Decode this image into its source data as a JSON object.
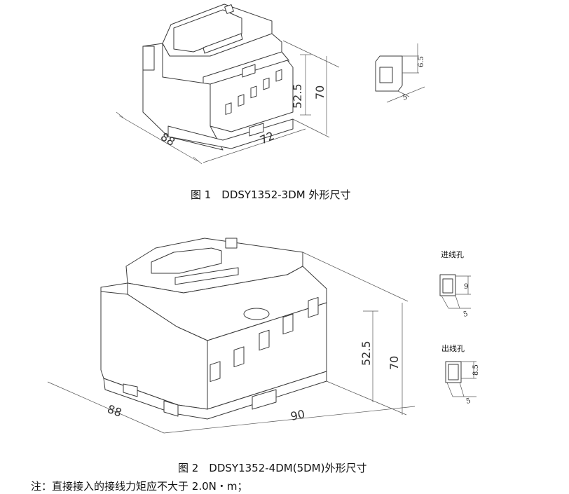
{
  "figure1": {
    "caption": "图 1　DDSY1352-3DM 外形尺寸",
    "dim_depth": "88",
    "dim_width": "72",
    "dim_height_inner": "52.5",
    "dim_height_total": "70",
    "hole_dim_height": "6.5",
    "hole_dim_width": "5"
  },
  "figure2": {
    "caption": "图 2　DDSY1352-4DM(5DM)外形尺寸",
    "dim_depth": "88",
    "dim_width": "90",
    "dim_height_inner": "52.5",
    "dim_height_total": "70",
    "inlet_label": "进线孔",
    "inlet_dim_height": "9",
    "inlet_dim_width": "5",
    "outlet_label": "出线孔",
    "outlet_dim_height": "8.5",
    "outlet_dim_width": "5"
  },
  "note": "注：直接接入的接线力矩应不大于 2.0N・m；"
}
